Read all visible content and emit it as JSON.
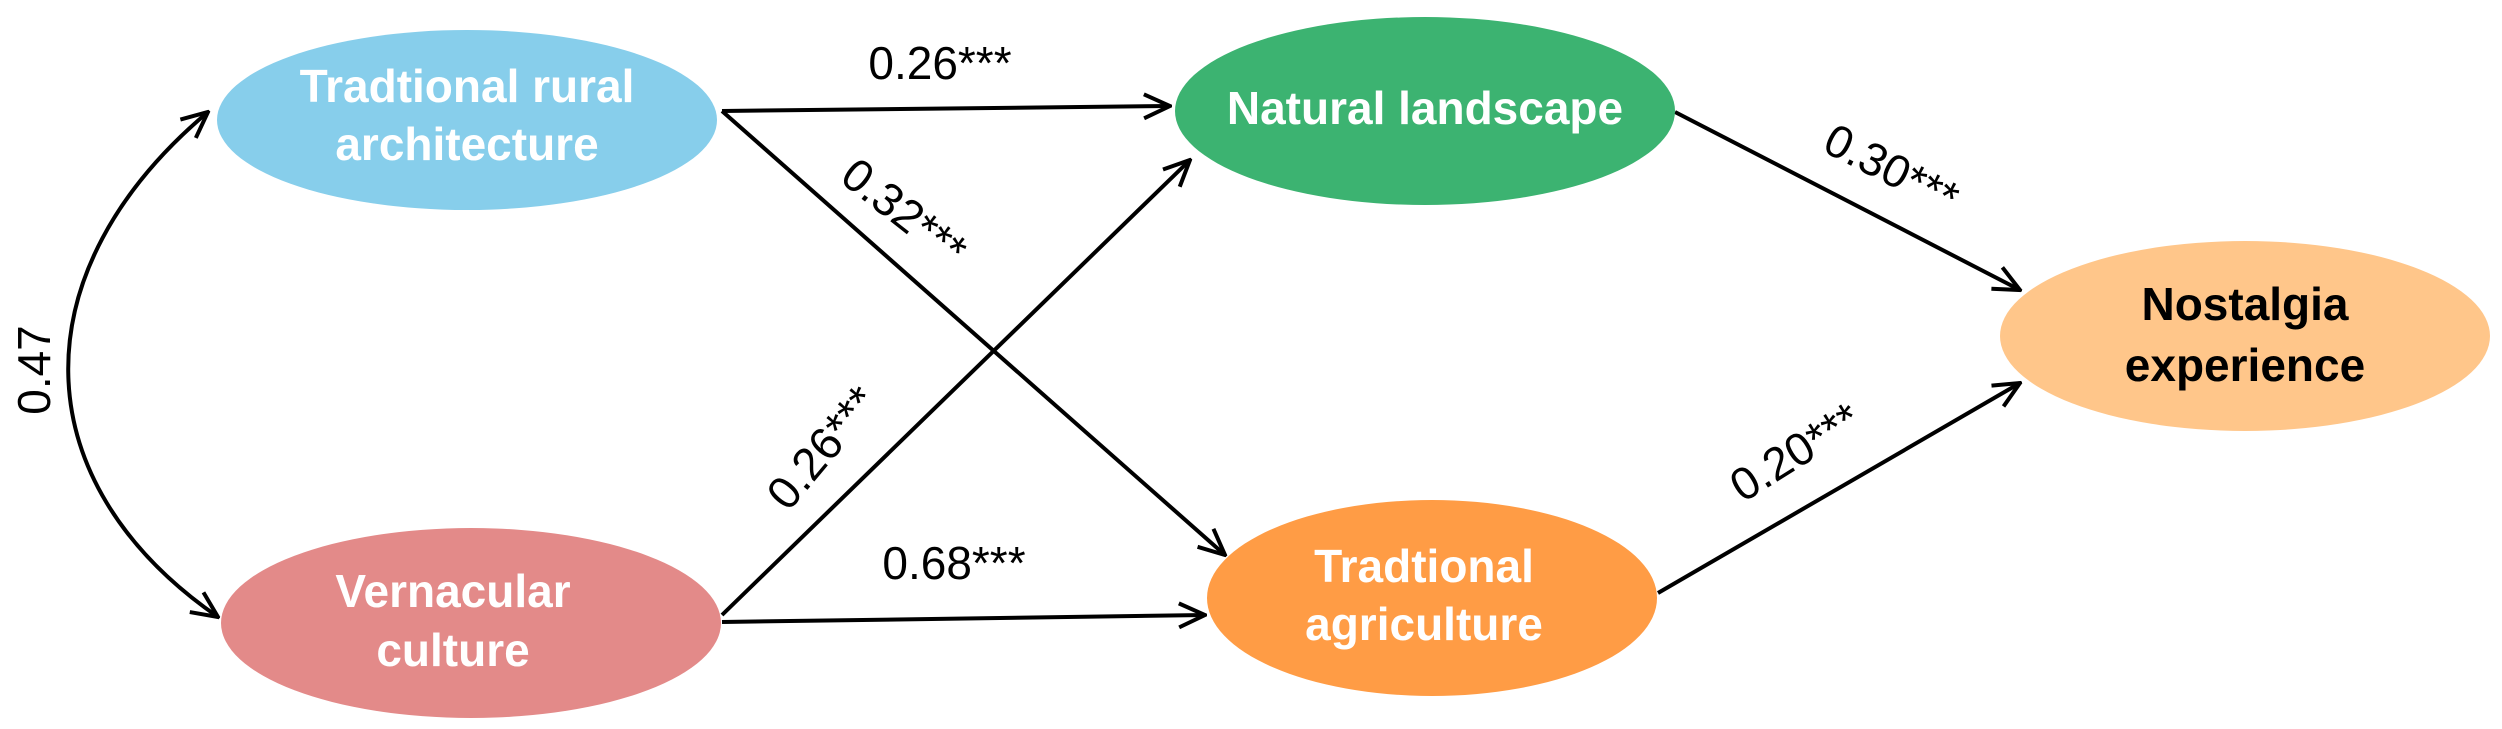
{
  "colors": {
    "traditional_rural_architecture": "#87CEEB",
    "natural_landscape": "#3CB371",
    "nostalgia_experience": "#FFC68A",
    "vernacular_culture": "#E38A89",
    "traditional_agriculture": "#FF9C45",
    "edge": "#000000"
  },
  "nodes": {
    "traditional_rural_architecture": {
      "line1": "Tradtional rural",
      "line2": "architecture"
    },
    "natural_landscape": {
      "line1": "Natural landscape"
    },
    "nostalgia_experience": {
      "line1": "Nostalgia",
      "line2": "experience"
    },
    "vernacular_culture": {
      "line1": "Vernacular",
      "line2": "culture"
    },
    "traditional_agriculture": {
      "line1": "Tradtional",
      "line2": "agriculture"
    }
  },
  "edges": {
    "architecture_to_landscape": "0.26***",
    "architecture_to_agriculture": "0.32***",
    "culture_to_landscape": "0.26***",
    "culture_to_agriculture": "0.68***",
    "landscape_to_nostalgia": "0.30***",
    "agriculture_to_nostalgia": "0.20***",
    "covariance": "0.47"
  }
}
